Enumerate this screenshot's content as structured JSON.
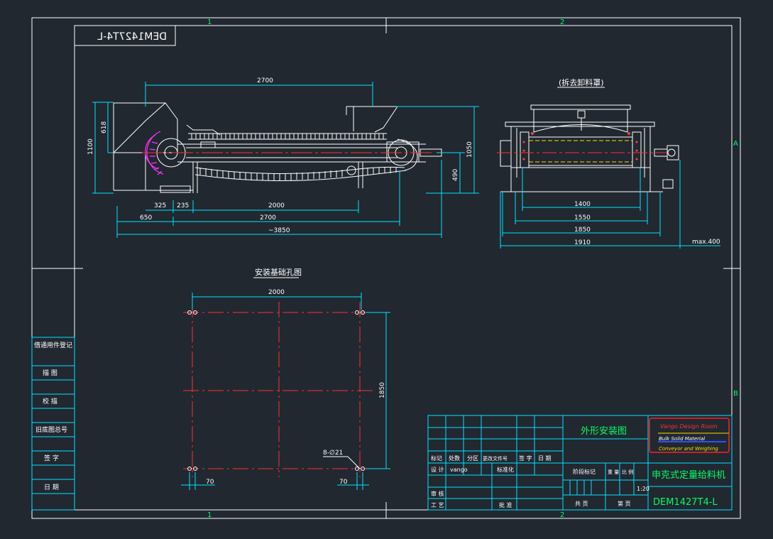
{
  "sheet": {
    "zone_top_1": "1",
    "zone_top_2": "2",
    "zone_bottom_1": "1",
    "zone_bottom_2": "2",
    "zone_right_a": "A",
    "zone_right_b": "B",
    "mirrored_code": "DEM1427T4-L"
  },
  "side_view": {
    "dim_top": "2700",
    "dim_618": "618",
    "dim_1100": "1100",
    "dim_1050": "1050",
    "dim_490": "490",
    "dim_325": "325",
    "dim_235": "235",
    "dim_2000": "2000",
    "dim_650": "650",
    "dim_2700": "2700",
    "dim_total": "~3850"
  },
  "end_view": {
    "title": "(拆去卸料罩)",
    "dim_1400": "1400",
    "dim_1550": "1550",
    "dim_1850": "1850",
    "dim_1910": "1910",
    "dim_max": "max.400"
  },
  "foundation": {
    "title": "安装基础孔图",
    "dim_2000": "2000",
    "dim_1850": "1850",
    "hole_note": "8-∅21",
    "dim_70_left": "70",
    "dim_70_right": "70"
  },
  "side_table": {
    "rows": [
      "借通用件登记",
      "描 图",
      "校 描",
      "旧底图总号",
      "签 字",
      "日 期"
    ]
  },
  "title_block": {
    "drawing_name": "外形安装图",
    "hdr_mark": "标记",
    "hdr_qty": "处数",
    "hdr_zone": "分区",
    "hdr_docno": "更改文件号",
    "hdr_sign": "签 字",
    "hdr_date": "日 期",
    "design": "设 计",
    "designer": "vango",
    "standard": "标准化",
    "review": "审 核",
    "process": "工 艺",
    "approve": "批 准",
    "stage_mark": "阶段标记",
    "weight": "重 量",
    "scale_label": "比 例",
    "scale": "1:20",
    "total": "共  页",
    "page": "第  页",
    "company_line1": "Vango Design Room",
    "company_line2": "Bulk Solid Material",
    "company_line3": "Conveyor and Weighing",
    "product_name": "申克式定量给料机",
    "drawing_no": "DEM1427T4-L"
  }
}
